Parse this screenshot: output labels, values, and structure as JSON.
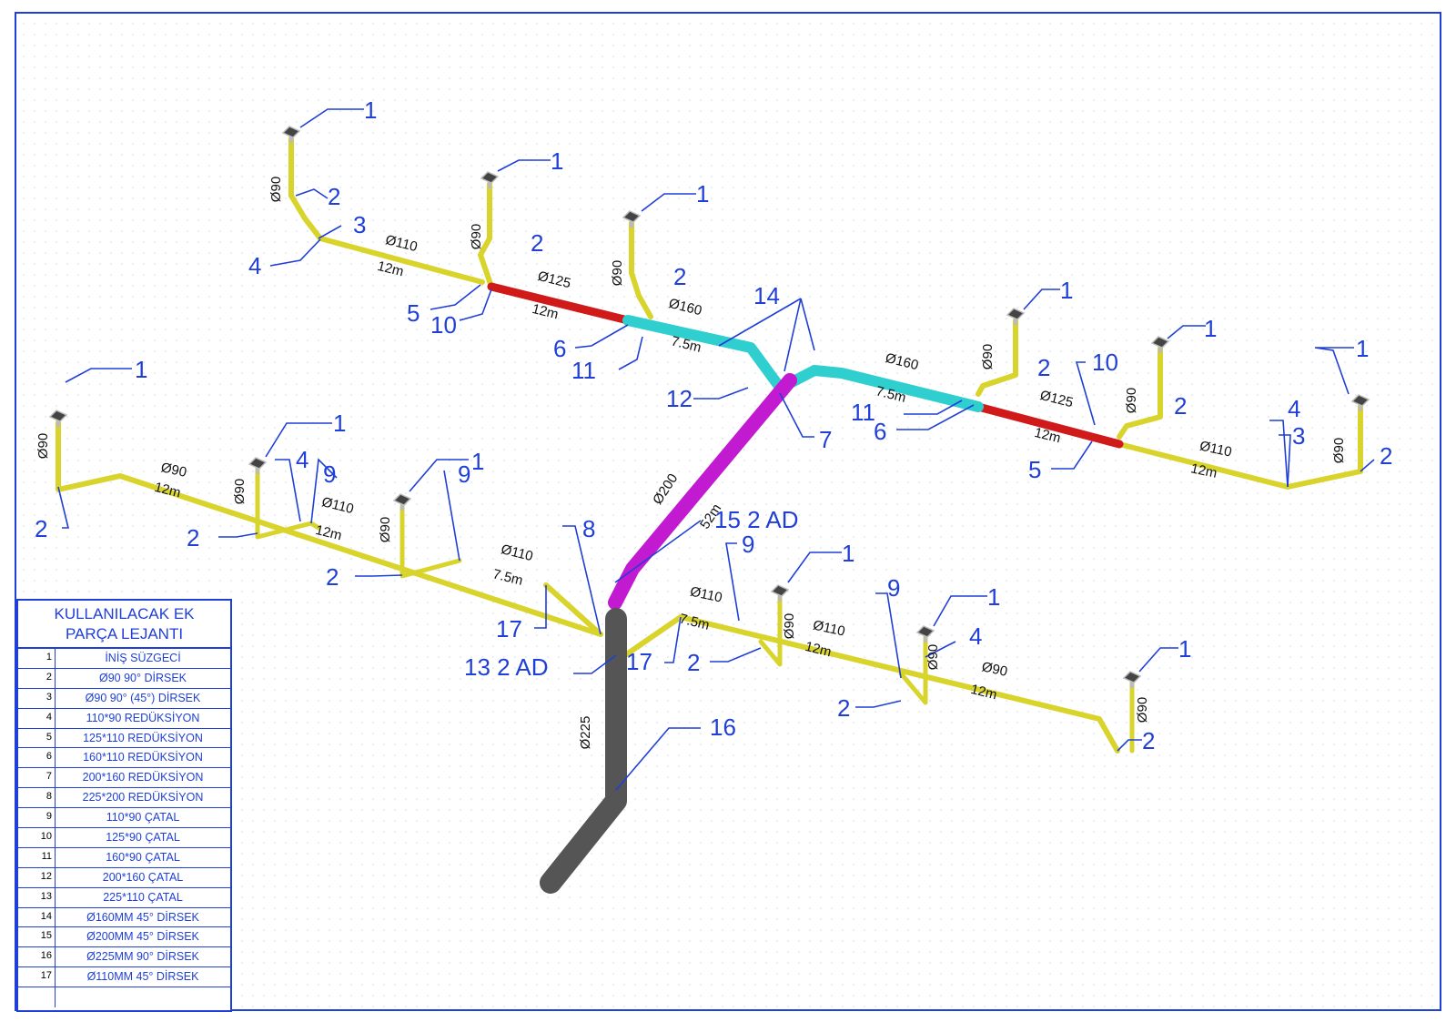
{
  "colors": {
    "pipe90": "#d9d42c",
    "pipe110": "#d9d42c",
    "pipe125": "#d01a1a",
    "pipe160": "#2fcfcf",
    "pipe200": "#c21ad0",
    "pipe225": "#555555",
    "label": "#1f3fd6"
  },
  "icons": {
    "drain": "roof-drain-icon"
  },
  "legend": {
    "title_line1": "KULLANILACAK EK",
    "title_line2": "PARÇA LEJANTI",
    "rows": [
      {
        "no": "1",
        "text": "İNİŞ SÜZGECİ"
      },
      {
        "no": "2",
        "text": "Ø90 90° DİRSEK"
      },
      {
        "no": "3",
        "text": "Ø90 90° (45°) DİRSEK"
      },
      {
        "no": "4",
        "text": "110*90 REDÜKSİYON"
      },
      {
        "no": "5",
        "text": "125*110 REDÜKSİYON"
      },
      {
        "no": "6",
        "text": "160*110 REDÜKSİYON"
      },
      {
        "no": "7",
        "text": "200*160 REDÜKSİYON"
      },
      {
        "no": "8",
        "text": "225*200 REDÜKSİYON"
      },
      {
        "no": "9",
        "text": "110*90 ÇATAL"
      },
      {
        "no": "10",
        "text": "125*90 ÇATAL"
      },
      {
        "no": "11",
        "text": "160*90 ÇATAL"
      },
      {
        "no": "12",
        "text": "200*160 ÇATAL"
      },
      {
        "no": "13",
        "text": "225*110 ÇATAL"
      },
      {
        "no": "14",
        "text": "Ø160MM  45° DİRSEK"
      },
      {
        "no": "15",
        "text": "Ø200MM  45° DİRSEK"
      },
      {
        "no": "16",
        "text": "Ø225MM   90° DİRSEK"
      },
      {
        "no": "17",
        "text": "Ø110MM  45° DİRSEK"
      },
      {
        "no": "",
        "text": ""
      }
    ]
  },
  "diameters": {
    "d90": "Ø90",
    "d110": "Ø110",
    "d125": "Ø125",
    "d160": "Ø160",
    "d200": "Ø200",
    "d225": "Ø225"
  },
  "lengths": {
    "l12": "12m",
    "l75": "7.5m",
    "l52": "52m"
  },
  "callouts": {
    "c1": "1",
    "c2": "2",
    "c3": "3",
    "c4": "4",
    "c5": "5",
    "c6": "6",
    "c7": "7",
    "c8": "8",
    "c9": "9",
    "c10": "10",
    "c11": "11",
    "c12": "12",
    "c14": "14",
    "c16": "16",
    "c17": "17",
    "c13": "13 2 AD",
    "c15": "15 2 AD"
  }
}
